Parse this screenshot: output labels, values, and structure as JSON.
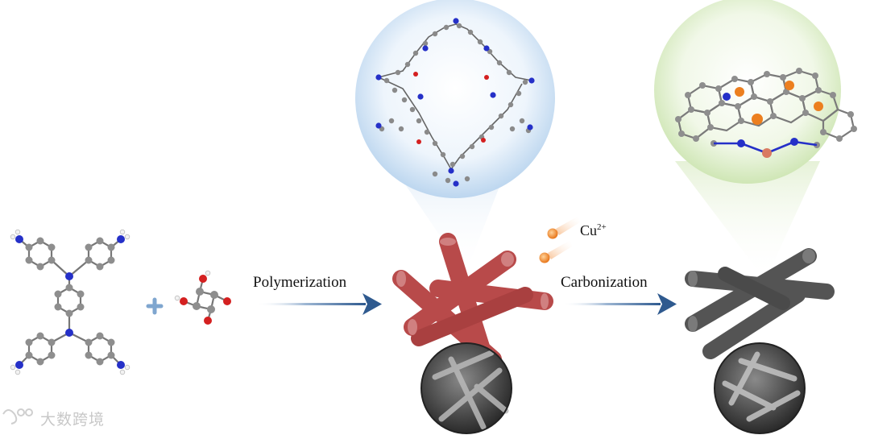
{
  "labels": {
    "polymerization": "Polymerization",
    "carbonization": "Carbonization",
    "cu_ion": "Cu",
    "cu_charge": "2+"
  },
  "watermark": "大数跨境",
  "colors": {
    "polymer_rod": "#b84a4a",
    "carbon_rod": "#545454",
    "arrow": "#2f5a8f",
    "nitrogen": "#2530c8",
    "carbon_atom": "#8e8e8e",
    "oxygen": "#d42020",
    "copper_ion": "#ec7f1f",
    "framework_bubble": "#c9dff2",
    "carbon_bubble": "#d8ecc0"
  },
  "icons": [
    "plus-icon",
    "arrow-icon",
    "cu-ion-icon",
    "sem-image-icon",
    "molecule-icon"
  ]
}
